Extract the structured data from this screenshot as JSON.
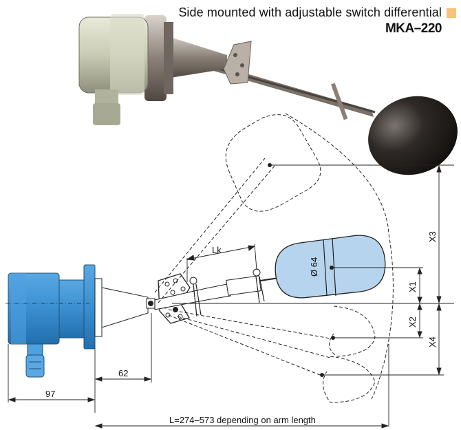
{
  "header": {
    "subtitle": "Side mounted with adjustable switch differential",
    "model": "MKA–220"
  },
  "colors": {
    "accent_swatch": "#f9c27a",
    "housing_blue": "#3a8fd0",
    "float_blue": "#b7d4ee"
  },
  "dimensions": {
    "lk": "Lk",
    "float_diameter": "Ø 64",
    "x1": "X1",
    "x2": "X2",
    "x3": "X3",
    "x4": "X4",
    "d62": "62",
    "d97": "97",
    "arm_length": "L=274–573 depending on arm length"
  }
}
